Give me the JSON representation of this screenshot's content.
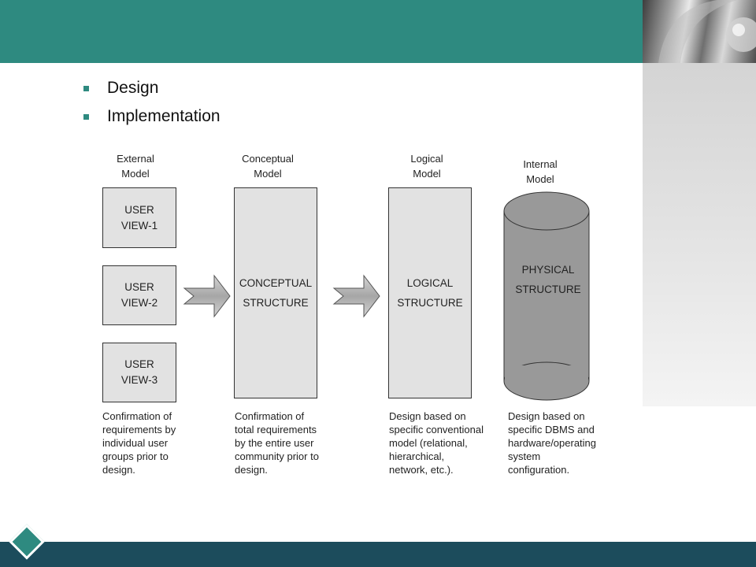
{
  "bullets": [
    "Design",
    "Implementation"
  ],
  "diagram": {
    "columns": [
      {
        "header": [
          "External",
          "Model"
        ],
        "boxes": [
          [
            "USER",
            "VIEW-1"
          ],
          [
            "USER",
            "VIEW-2"
          ],
          [
            "USER",
            "VIEW-3"
          ]
        ],
        "description": [
          "Confirmation of",
          "requirements by",
          "individual user",
          "groups prior to",
          "design."
        ]
      },
      {
        "header": [
          "Conceptual",
          "Model"
        ],
        "box": [
          "CONCEPTUAL",
          "STRUCTURE"
        ],
        "description": [
          "Confirmation of",
          "total requirements",
          "by the entire user",
          "community prior to",
          "design."
        ]
      },
      {
        "header": [
          "Logical",
          "Model"
        ],
        "box": [
          "LOGICAL",
          "STRUCTURE"
        ],
        "description": [
          "Design based on",
          "specific conventional",
          "model (relational,",
          "hierarchical,",
          "network, etc.)."
        ]
      },
      {
        "header": [
          "Internal",
          "Model"
        ],
        "box": [
          "PHYSICAL",
          "STRUCTURE"
        ],
        "description": [
          "Design based on",
          "specific DBMS and",
          "hardware/operating",
          "system",
          "configuration."
        ]
      }
    ]
  },
  "colors": {
    "header_teal": "#2e8a80",
    "footer_navy": "#1c4c5c",
    "box_fill": "#e2e2e2",
    "cylinder_fill": "#999999"
  }
}
